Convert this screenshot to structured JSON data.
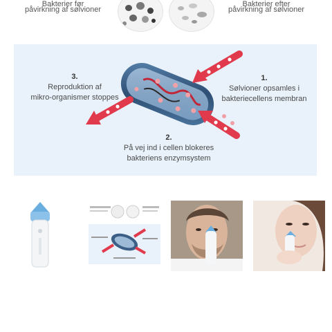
{
  "top": {
    "left_caption_line1": "Bakterier før",
    "left_caption": "påvirkning af sølvioner",
    "right_caption_line1": "Bakterier efter",
    "right_caption": "påvirkning af sølvioner"
  },
  "infographic": {
    "step1": {
      "num": "1.",
      "line1": "Sølvioner opsamles i",
      "line2": "bakteriecellens membran"
    },
    "step2": {
      "num": "2.",
      "line1": "På vej ind i cellen blokeres",
      "line2": "bakteriens enzymsystem"
    },
    "step3": {
      "num": "3.",
      "line1": "Reproduktion af",
      "line2": "mikro-organismer stoppes"
    }
  },
  "thumbnails": [
    {
      "name": "device"
    },
    {
      "name": "infographic"
    },
    {
      "name": "man-using-device"
    },
    {
      "name": "woman-using-device"
    }
  ],
  "colors": {
    "panel_bg": "#e9f2fa",
    "arrow_red": "#e03a4c",
    "device_blue": "#6aaee0",
    "bacteria_blue": "#3b5f86"
  }
}
